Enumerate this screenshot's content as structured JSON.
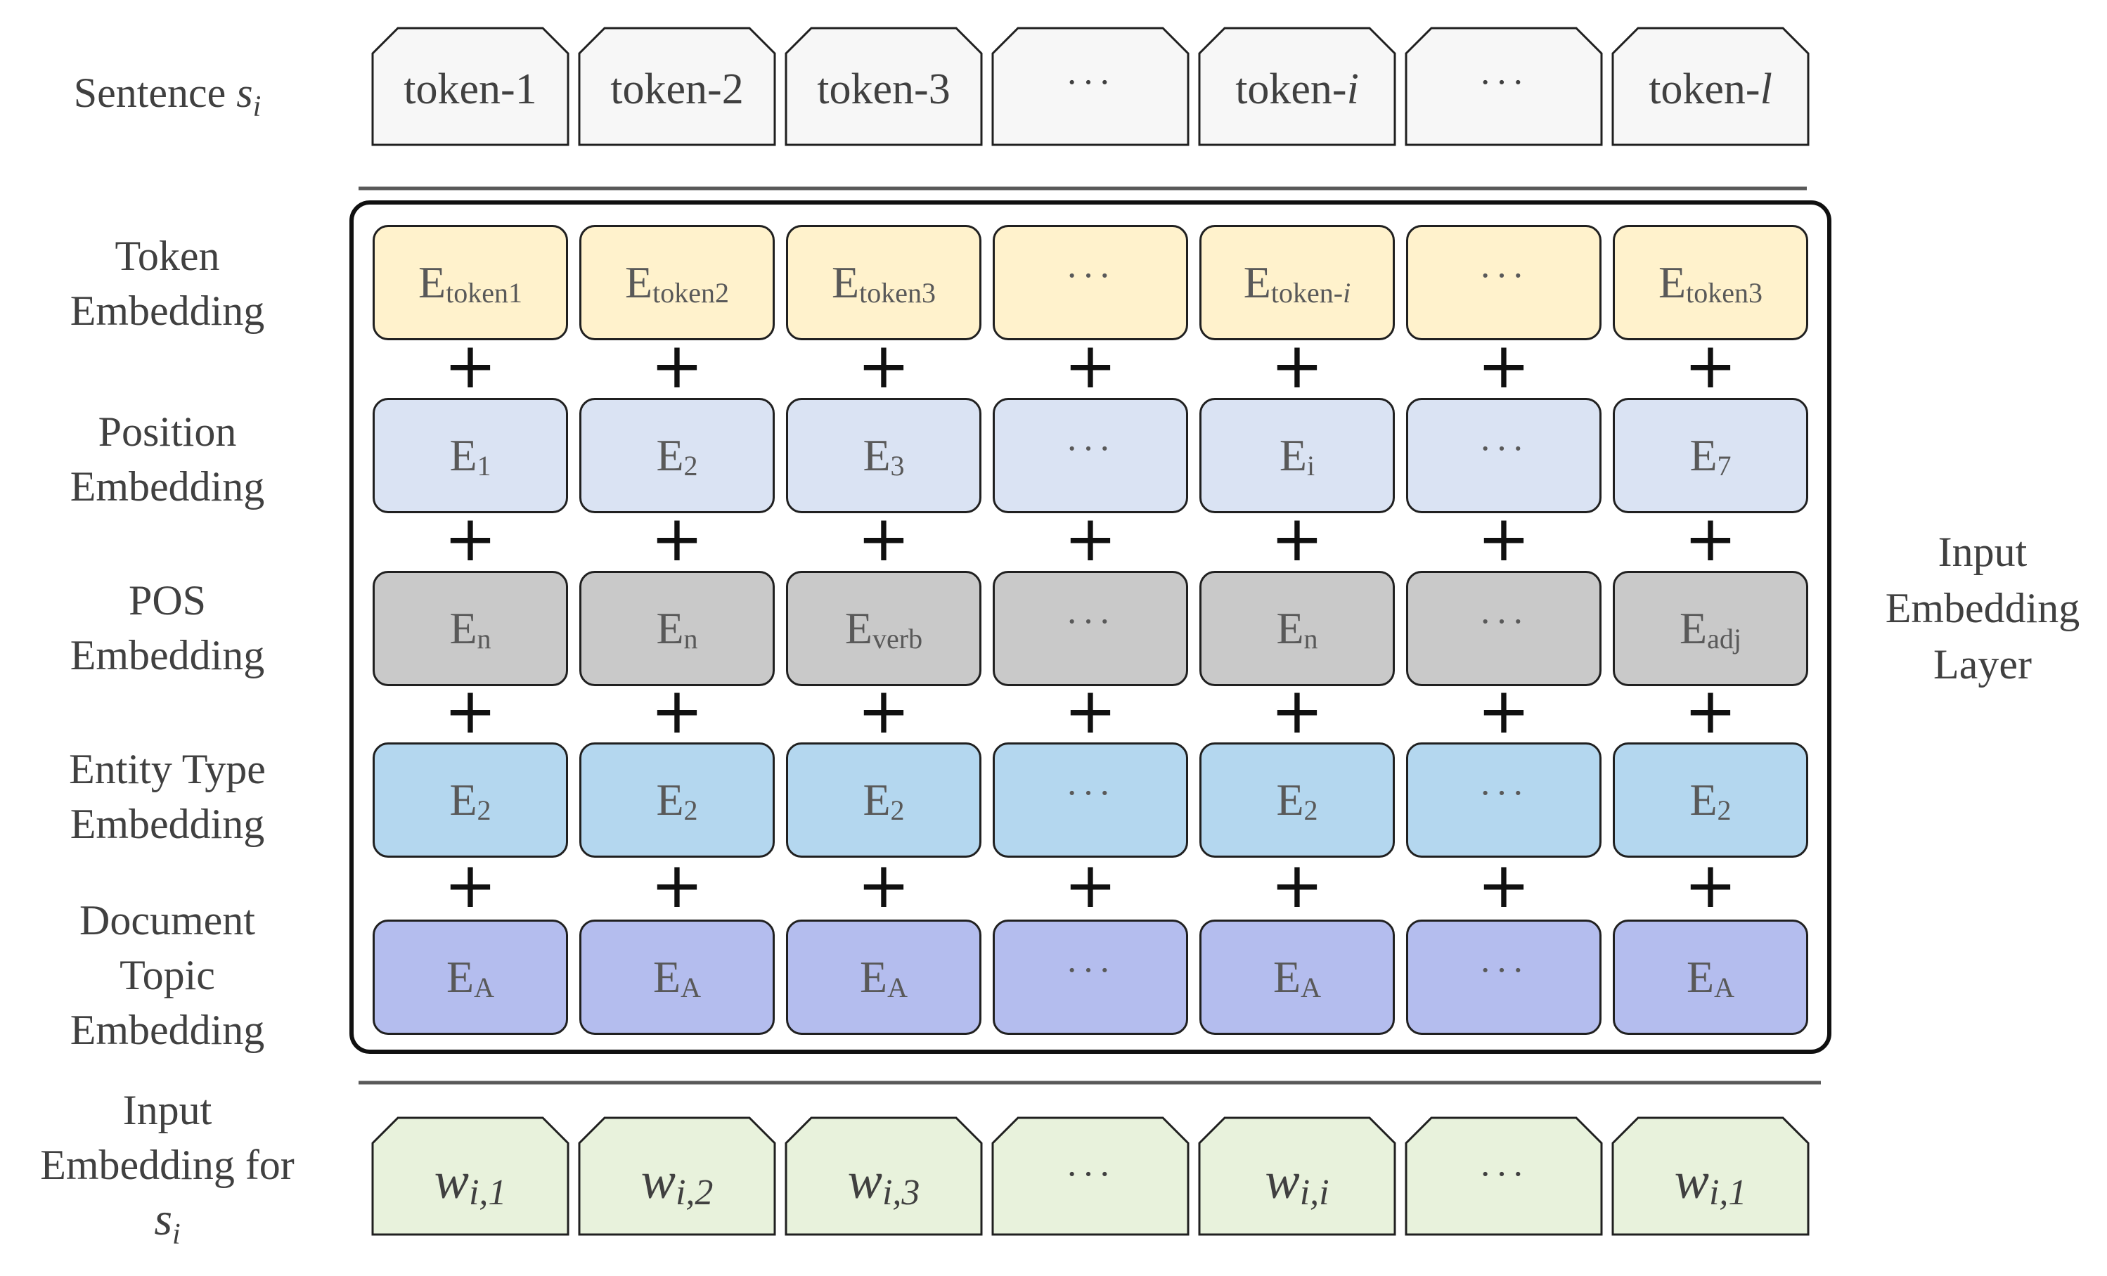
{
  "sentence_label": {
    "text": "Sentence ",
    "var": "s",
    "sub": "i"
  },
  "tokens": [
    {
      "text": "token-1"
    },
    {
      "text": "token-2"
    },
    {
      "text": "token-3"
    },
    {
      "text": "···"
    },
    {
      "text": "token-",
      "ital": "i"
    },
    {
      "text": "···"
    },
    {
      "text": "token-",
      "ital": "l"
    }
  ],
  "rows": [
    {
      "label": [
        "Token",
        "Embedding"
      ],
      "color": "#fff2cc",
      "cells": [
        {
          "base": "E",
          "sub": "token1"
        },
        {
          "base": "E",
          "sub": "token2"
        },
        {
          "base": "E",
          "sub": "token3"
        },
        {
          "dots": "···"
        },
        {
          "base": "E",
          "sub": "token-",
          "subital": "i"
        },
        {
          "dots": "···"
        },
        {
          "base": "E",
          "sub": "token3"
        }
      ]
    },
    {
      "label": [
        "Position",
        "Embedding"
      ],
      "color": "#dae3f3",
      "cells": [
        {
          "base": "E",
          "sub": "1"
        },
        {
          "base": "E",
          "sub": "2"
        },
        {
          "base": "E",
          "sub": "3"
        },
        {
          "dots": "···"
        },
        {
          "base": "E",
          "sub": "i"
        },
        {
          "dots": "···"
        },
        {
          "base": "E",
          "sub": "7"
        }
      ]
    },
    {
      "label": [
        "POS",
        "Embedding"
      ],
      "color": "#c9c9c9",
      "cells": [
        {
          "base": "E",
          "sub": "n"
        },
        {
          "base": "E",
          "sub": "n"
        },
        {
          "base": "E",
          "sub": "verb"
        },
        {
          "dots": "···"
        },
        {
          "base": "E",
          "sub": "n"
        },
        {
          "dots": "···"
        },
        {
          "base": "E",
          "sub": "adj"
        }
      ]
    },
    {
      "label": [
        "Entity Type",
        "Embedding"
      ],
      "color": "#b4d7ef",
      "cells": [
        {
          "base": "E",
          "sub": "2"
        },
        {
          "base": "E",
          "sub": "2"
        },
        {
          "base": "E",
          "sub": "2"
        },
        {
          "dots": "···"
        },
        {
          "base": "E",
          "sub": "2"
        },
        {
          "dots": "···"
        },
        {
          "base": "E",
          "sub": "2"
        }
      ]
    },
    {
      "label": [
        "Document",
        "Topic",
        "Embedding"
      ],
      "color": "#b4bdee",
      "cells": [
        {
          "base": "E",
          "sub": "A"
        },
        {
          "base": "E",
          "sub": "A"
        },
        {
          "base": "E",
          "sub": "A"
        },
        {
          "dots": "···"
        },
        {
          "base": "E",
          "sub": "A"
        },
        {
          "dots": "···"
        },
        {
          "base": "E",
          "sub": "A"
        }
      ]
    }
  ],
  "plus_symbol": "+",
  "right_label": [
    "Input",
    "Embedding",
    "Layer"
  ],
  "output_label": {
    "lines": [
      "Input",
      "Embedding for"
    ],
    "var": "s",
    "sub": "i"
  },
  "outputs": [
    {
      "base": "w",
      "sub": "i,1"
    },
    {
      "base": "w",
      "sub": "i,2"
    },
    {
      "base": "w",
      "sub": "i,3"
    },
    {
      "dots": "···"
    },
    {
      "base": "w",
      "sub": "i,i"
    },
    {
      "dots": "···"
    },
    {
      "base": "w",
      "sub": "i,1"
    }
  ],
  "colors": {
    "token_fill": "#f7f7f7",
    "output_fill": "#e8f2dc",
    "stroke": "#202020",
    "divider": "#595959"
  }
}
